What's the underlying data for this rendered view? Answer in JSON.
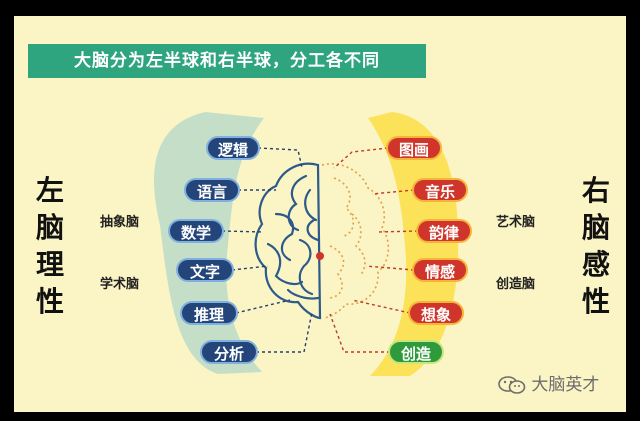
{
  "title": "大脑分为左半球和右半球，分工各不同",
  "left": {
    "side_title": [
      "左",
      "脑",
      "理",
      "性"
    ],
    "labels": [
      "抽象脑",
      "学术脑"
    ],
    "items": [
      "逻辑",
      "语言",
      "数学",
      "文字",
      "推理",
      "分析"
    ]
  },
  "right": {
    "side_title": [
      "右",
      "脑",
      "感",
      "性"
    ],
    "labels": [
      "艺术脑",
      "创造脑"
    ],
    "items": [
      "图画",
      "音乐",
      "韵律",
      "情感",
      "想象",
      "创造"
    ]
  },
  "watermark": "大脑英才",
  "colors": {
    "background": "#fbf4c4",
    "title_bar": "#2fa57f",
    "left_arc": "#bedcc9",
    "right_arc": "#fbe04c",
    "pill_blue": "#24457a",
    "pill_red": "#d0352b",
    "pill_green": "#2f9a3c",
    "connector_left": "#273e6e",
    "connector_right": "#c0392b"
  },
  "icons": {
    "watermark": "wechat-icon",
    "center": "brain-icon"
  }
}
